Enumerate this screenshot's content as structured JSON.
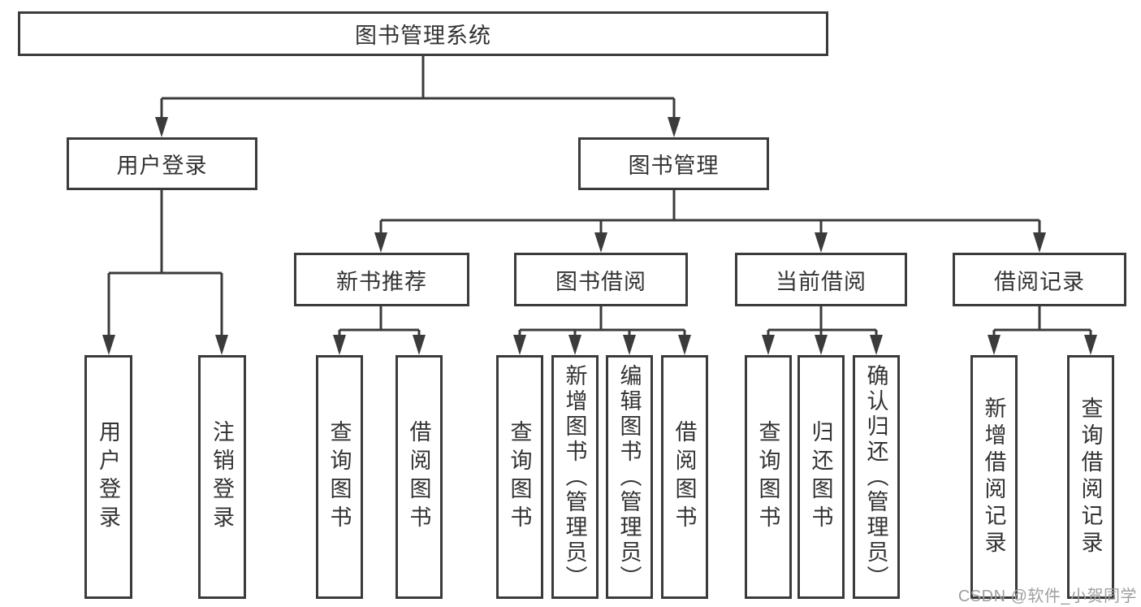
{
  "diagram": {
    "root": {
      "label": "图书管理系统"
    },
    "level1": [
      {
        "label": "用户登录",
        "parent": "图书管理系统"
      },
      {
        "label": "图书管理",
        "parent": "图书管理系统"
      }
    ],
    "level2": [
      {
        "label": "新书推荐",
        "parent": "图书管理"
      },
      {
        "label": "图书借阅",
        "parent": "图书管理"
      },
      {
        "label": "当前借阅",
        "parent": "图书管理"
      },
      {
        "label": "借阅记录",
        "parent": "图书管理"
      }
    ],
    "leaves": [
      {
        "label": "用户登录",
        "parent": "用户登录"
      },
      {
        "label": "注销登录",
        "parent": "用户登录"
      },
      {
        "label": "查询图书",
        "parent": "新书推荐"
      },
      {
        "label": "借阅图书",
        "parent": "新书推荐"
      },
      {
        "label": "查询图书",
        "parent": "图书借阅"
      },
      {
        "label": "新增图书（管理员）",
        "parent": "图书借阅"
      },
      {
        "label": "编辑图书（管理员）",
        "parent": "图书借阅"
      },
      {
        "label": "借阅图书",
        "parent": "图书借阅"
      },
      {
        "label": "查询图书",
        "parent": "当前借阅"
      },
      {
        "label": "归还图书",
        "parent": "当前借阅"
      },
      {
        "label": "确认归还（管理员）",
        "parent": "当前借阅"
      },
      {
        "label": "新增借阅记录",
        "parent": "借阅记录"
      },
      {
        "label": "查询借阅记录",
        "parent": "借阅记录"
      }
    ],
    "colors": {
      "line": "#3b3b3b",
      "text": "#333333",
      "background": "#ffffff",
      "watermark": "#9e9e9e"
    }
  },
  "watermark": {
    "text": "CSDN @软件_小贺同学"
  }
}
